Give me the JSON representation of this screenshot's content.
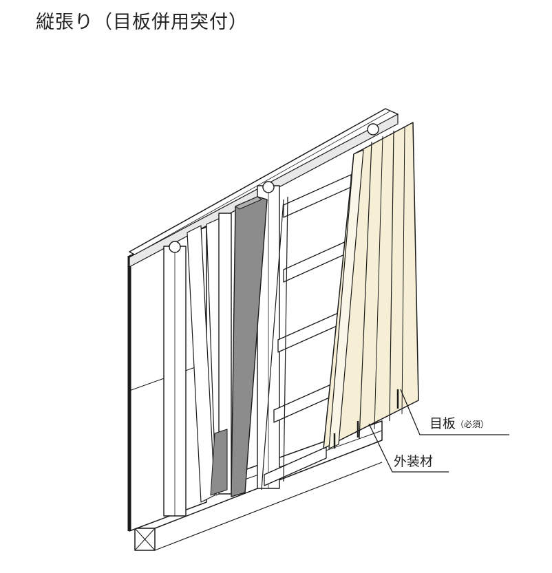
{
  "title": "縦張り（目板併用突付）",
  "labels": {
    "meita": "目板",
    "meita_note": "（必須）",
    "gaisouzai": "外装材"
  },
  "colors": {
    "cladding": "#f6efd6",
    "vapor_strip": "#8c8c8c",
    "line": "#1a1a1a"
  }
}
